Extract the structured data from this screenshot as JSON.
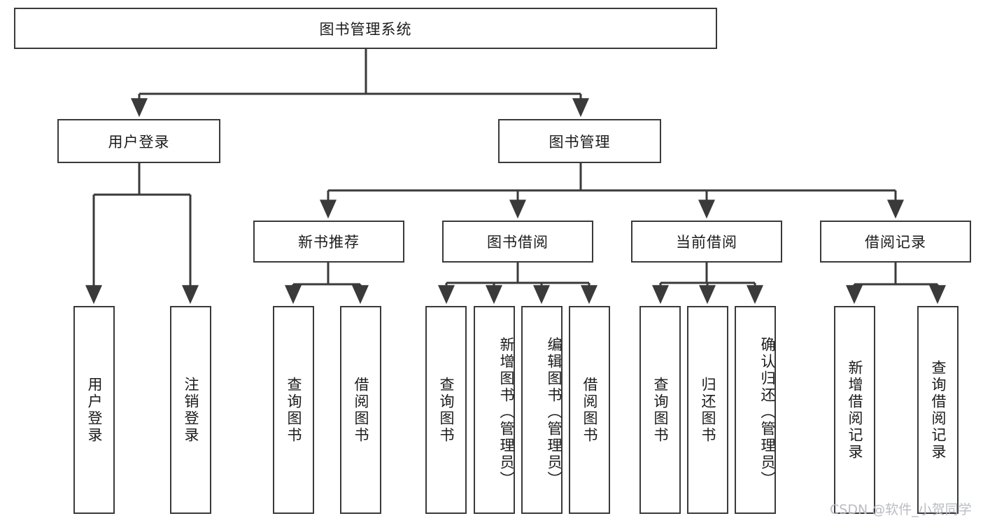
{
  "diagram": {
    "title": "图书管理系统",
    "type": "tree-hierarchy-diagram",
    "watermark": "CSDN @软件_小贺同学",
    "colors": {
      "box_border": "#3a3a3a",
      "box_fill": "#ffffff",
      "edge": "#3a3a3a",
      "text": "#1b1b1b",
      "watermark": "#b9bcc4"
    },
    "root": {
      "id": "root",
      "label": "图书管理系统"
    },
    "level2": [
      {
        "id": "user-login",
        "label": "用户登录"
      },
      {
        "id": "book-manage",
        "label": "图书管理"
      }
    ],
    "level3": [
      {
        "id": "new-book-recommend",
        "label": "新书推荐"
      },
      {
        "id": "book-borrow",
        "label": "图书借阅"
      },
      {
        "id": "current-borrow",
        "label": "当前借阅"
      },
      {
        "id": "borrow-record",
        "label": "借阅记录"
      }
    ],
    "leaves": {
      "user_login": [
        {
          "id": "leaf-user-login",
          "label": "用户登录"
        },
        {
          "id": "leaf-logout-login",
          "label": "注销登录"
        }
      ],
      "new_book_recommend": [
        {
          "id": "leaf-query-book-1",
          "label": "查询图书"
        },
        {
          "id": "leaf-borrow-book-1",
          "label": "借阅图书"
        }
      ],
      "book_borrow": [
        {
          "id": "leaf-query-book-2",
          "label": "查询图书"
        },
        {
          "id": "leaf-add-book",
          "label": "新增图书（管理员）"
        },
        {
          "id": "leaf-edit-book",
          "label": "编辑图书（管理员）"
        },
        {
          "id": "leaf-borrow-book-2",
          "label": "借阅图书"
        }
      ],
      "current_borrow": [
        {
          "id": "leaf-query-book-3",
          "label": "查询图书"
        },
        {
          "id": "leaf-return-book",
          "label": "归还图书"
        },
        {
          "id": "leaf-confirm-return",
          "label": "确认归还（管理员）"
        }
      ],
      "borrow_record": [
        {
          "id": "leaf-add-record",
          "label": "新增借阅记录"
        },
        {
          "id": "leaf-query-record",
          "label": "查询借阅记录"
        }
      ]
    }
  }
}
